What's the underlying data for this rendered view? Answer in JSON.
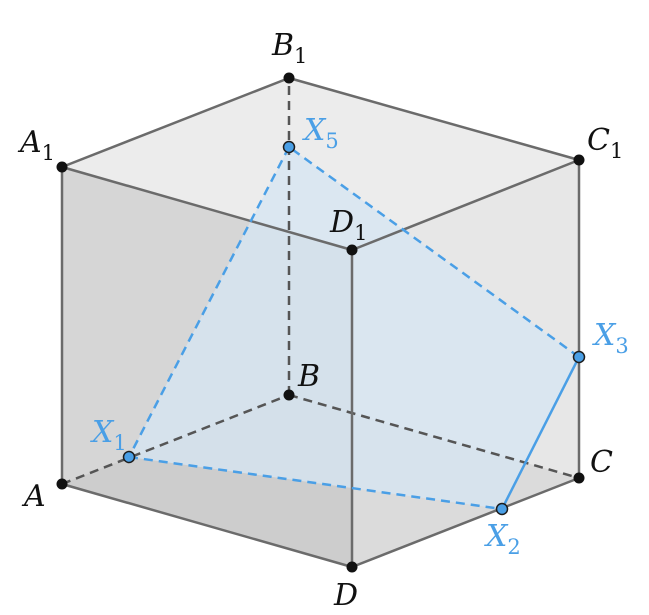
{
  "colors": {
    "edge": "#6b6b6b",
    "hidden_edge": "#555555",
    "section": "#4a9fe6",
    "section_fill": "#d6e5f3",
    "face_light": "#ececec",
    "face_left": "#cfcfcf",
    "face_bottom": "#c4c4c4",
    "vertex": "#111111",
    "section_point": "#4a9fe6"
  },
  "labels": {
    "A": {
      "base": "A",
      "sub": ""
    },
    "B": {
      "base": "B",
      "sub": ""
    },
    "C": {
      "base": "C",
      "sub": ""
    },
    "D": {
      "base": "D",
      "sub": ""
    },
    "A1": {
      "base": "A",
      "sub": "1"
    },
    "B1": {
      "base": "B",
      "sub": "1"
    },
    "C1": {
      "base": "C",
      "sub": "1"
    },
    "D1": {
      "base": "D",
      "sub": "1"
    },
    "X1": {
      "base": "X",
      "sub": "1"
    },
    "X2": {
      "base": "X",
      "sub": "2"
    },
    "X3": {
      "base": "X",
      "sub": "3"
    },
    "X5": {
      "base": "X",
      "sub": "5"
    }
  }
}
